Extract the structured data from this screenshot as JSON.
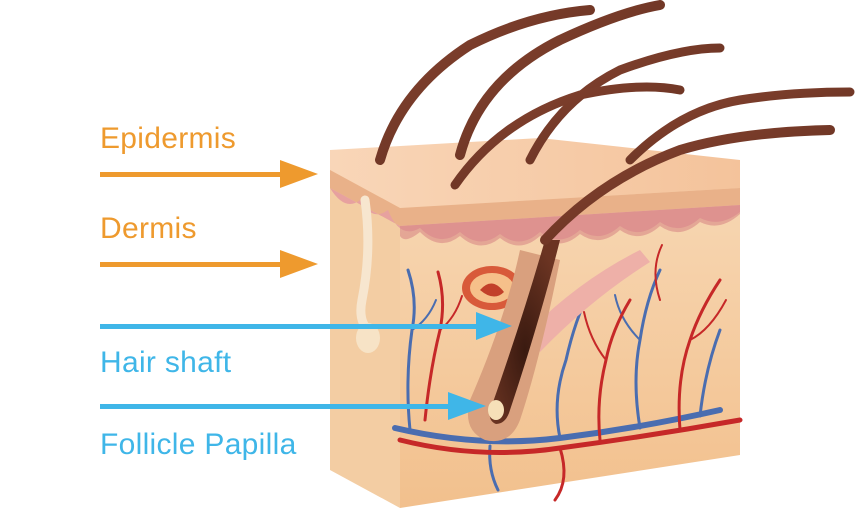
{
  "labels": {
    "epidermis": "Epidermis",
    "dermis": "Dermis",
    "hair_shaft": "Hair shaft",
    "follicle_papilla": "Follicle Papilla"
  },
  "colors": {
    "orange_label": "#ee9a2e",
    "blue_label": "#3fb6e8",
    "skin_top": "#f6c9a1",
    "skin_side": "#f4d1a8",
    "dermis_pink": "#e8a0a0",
    "hair": "#7a3a28",
    "artery": "#c62828",
    "vein": "#4a6db0"
  }
}
